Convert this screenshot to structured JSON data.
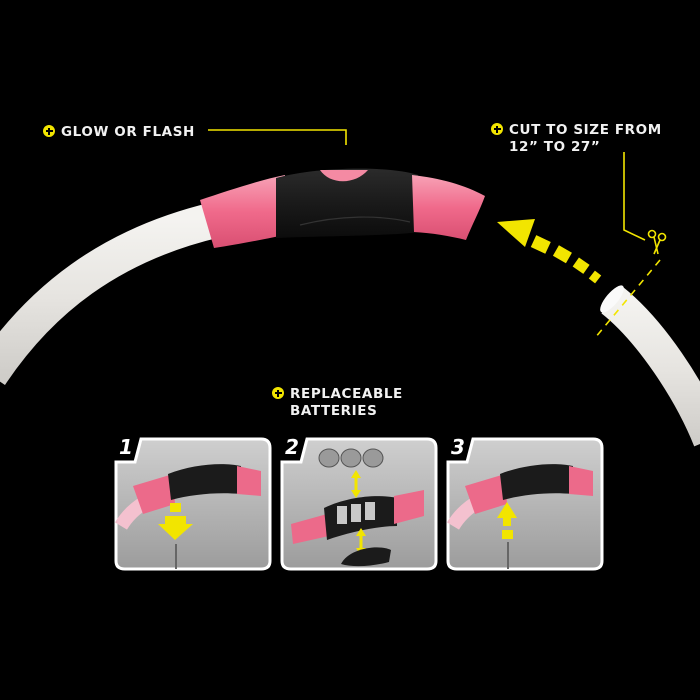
{
  "theme": {
    "background": "#000000",
    "accent_yellow": "#f2e500",
    "tube_white": "#e8e6e2",
    "pink": "#f2708e",
    "black_housing": "#1a1a1a",
    "panel_gray": "#bdbdbd"
  },
  "callouts": {
    "glow": {
      "icon": "plus-circle-icon",
      "text": "GLOW OR FLASH"
    },
    "cut": {
      "icon": "plus-circle-icon",
      "line1": "CUT TO SIZE FROM",
      "line2": "12” TO 27”"
    },
    "batteries": {
      "icon": "plus-circle-icon",
      "line1": "REPLACEABLE",
      "line2": "BATTERIES"
    }
  },
  "steps": [
    {
      "number": "1",
      "description": "Insert tool into battery cover slot",
      "arrow": "down"
    },
    {
      "number": "2",
      "description": "Remove cover and replace three coin batteries",
      "batteries": 3
    },
    {
      "number": "3",
      "description": "Press cover back into place",
      "arrow": "up"
    }
  ],
  "icons": {
    "scissors": "scissors-icon",
    "arrow": "dashed-arrow-icon"
  }
}
